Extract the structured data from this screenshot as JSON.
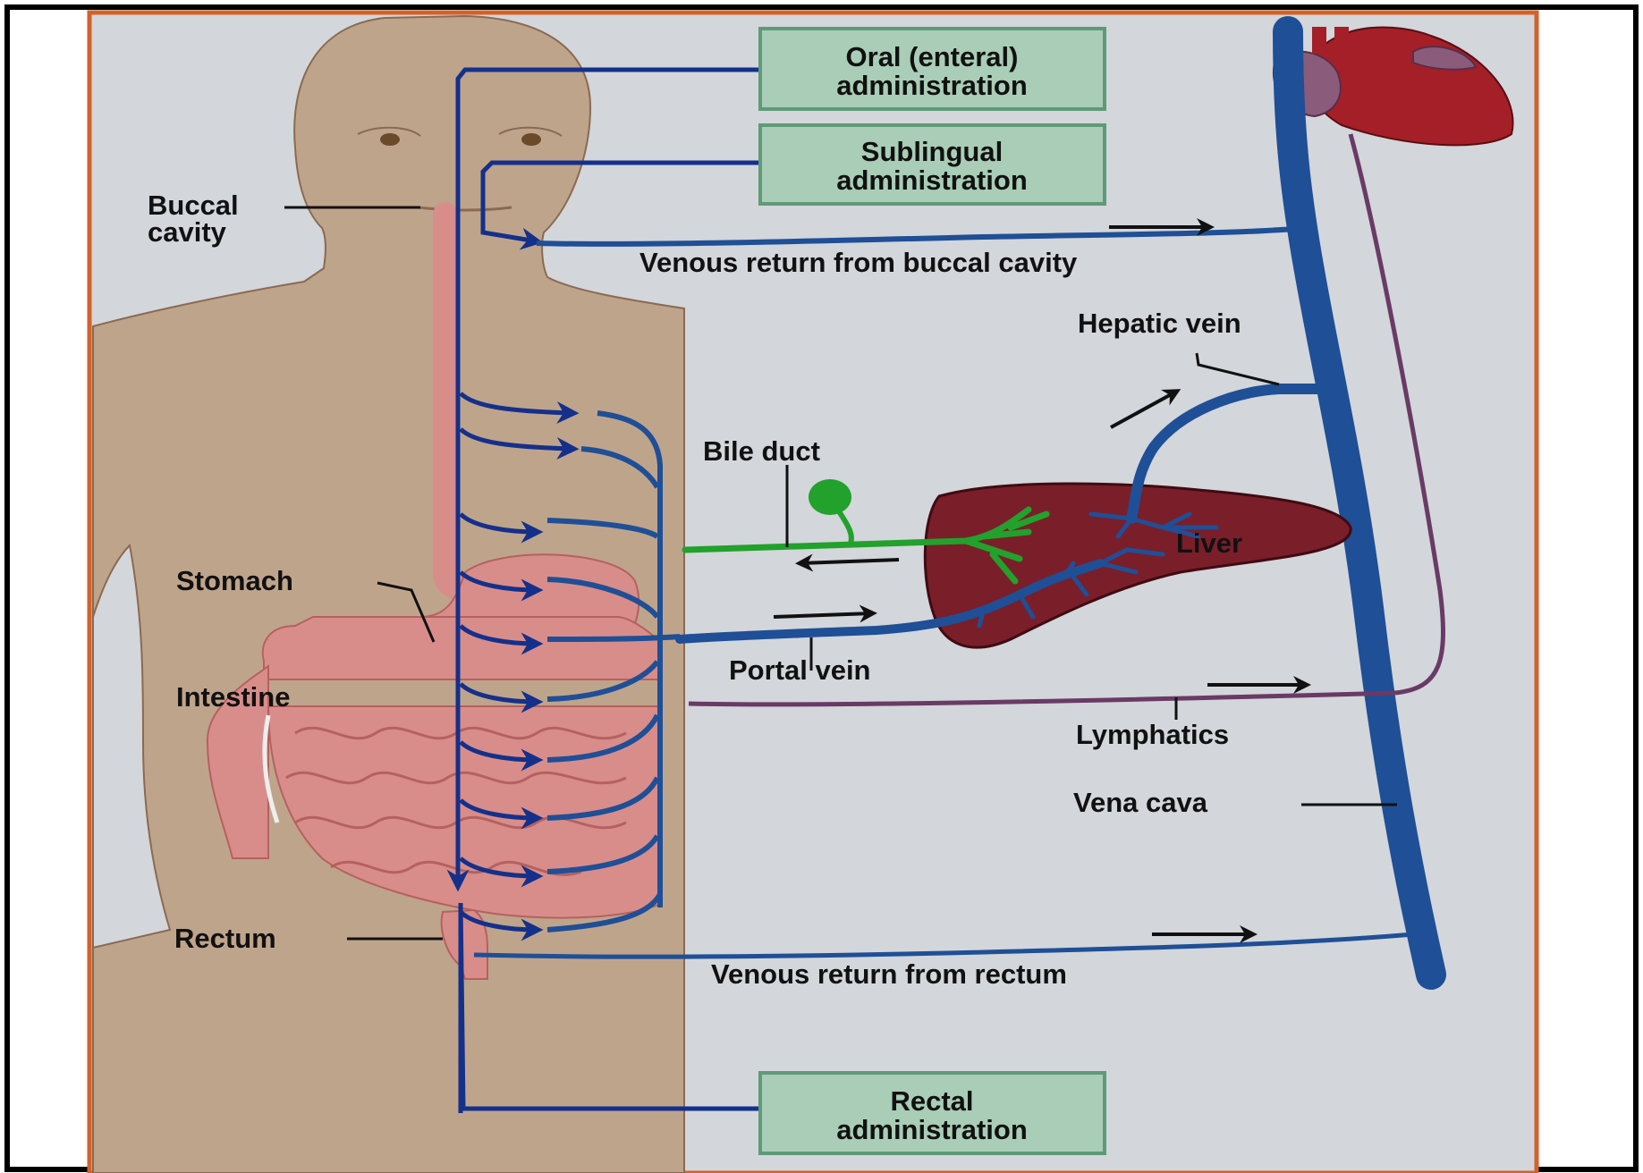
{
  "colors": {
    "background": "#d3d6da",
    "border": "#d2622b",
    "skin": "#bfa48c",
    "skin_outline": "#8a6a52",
    "vein": "#1f4f96",
    "vein_dark": "#14308a",
    "artery_red": "#a41f27",
    "liver": "#7a1e2a",
    "bile": "#22a12c",
    "lymph": "#6a3a66",
    "gut": "#d88d8b",
    "box_fill": "#a9cdb6",
    "box_stroke": "#5f9a78"
  },
  "boxes": {
    "oral": [
      "Oral (enteral)",
      "administration"
    ],
    "sublingual": [
      "Sublingual",
      "administration"
    ],
    "rectal": [
      "Rectal",
      "administration"
    ]
  },
  "labels": {
    "buccal": [
      "Buccal",
      "cavity"
    ],
    "stomach": "Stomach",
    "intestine": "Intestine",
    "rectum": "Rectum",
    "bile_duct": "Bile duct",
    "liver": "Liver",
    "portal_vein": "Portal vein",
    "hepatic_vein": "Hepatic vein",
    "lymphatics": "Lymphatics",
    "vena_cava": "Vena cava",
    "venous_buccal": "Venous return from buccal cavity",
    "venous_rectum": "Venous return from rectum"
  }
}
